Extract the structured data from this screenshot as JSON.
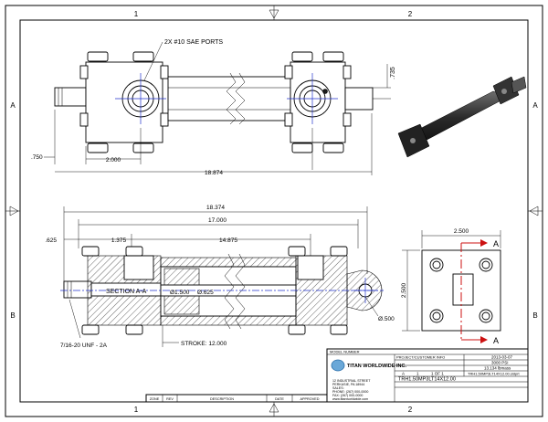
{
  "zones": {
    "top": [
      "1",
      "2"
    ],
    "side": [
      "A",
      "B"
    ]
  },
  "top_view": {
    "port_callout": "2X #10 SAE PORTS",
    "dims": {
      "rod_height": ".735",
      "rod_ext": ".750",
      "port_spacing": "2.000",
      "overall": "18.874"
    }
  },
  "section_view": {
    "dims": {
      "overall": "18.374",
      "body": "17.000",
      "left_offset": ".625",
      "port_offset": "1.375",
      "port_to_port": "14.875",
      "bore": "Ø1.500",
      "rod": "Ø.625",
      "clevis": "Ø.500",
      "stroke": "STROKE: 12.000"
    },
    "section_label": "SECTION A-A",
    "thread_callout": "7/16-20 UNF - 2A"
  },
  "end_view": {
    "width": "2.500",
    "height": "2.500",
    "section_mark": "A"
  },
  "title_block": {
    "model_number_label": "MODEL NUMBER",
    "company": "TITAN WORLDWIDE INC.",
    "address": [
      "12 INDUSTRIAL STREET",
      "PERKASIE, PA 18944",
      "SALES:",
      "PHONE: (267) 000-0000",
      "FAX: (267) 000-0000",
      "www.titanworldwide.com"
    ],
    "customer_label": "PROJECT/CUSTOMER INFO",
    "date": "2013-03-07",
    "pressure": "3000 PSI",
    "weight": "13.134 lbmass",
    "size": "A",
    "scale": "1",
    "sheet": "1 OF 1",
    "file": "TRH1.50MP3LT14X12.00.sldprt",
    "part_number": "TRH1.50MP3LT14X12.00"
  },
  "revision_table": {
    "headers": [
      "ZONE",
      "REV",
      "DESCRIPTION",
      "DATE",
      "APPROVED"
    ]
  }
}
